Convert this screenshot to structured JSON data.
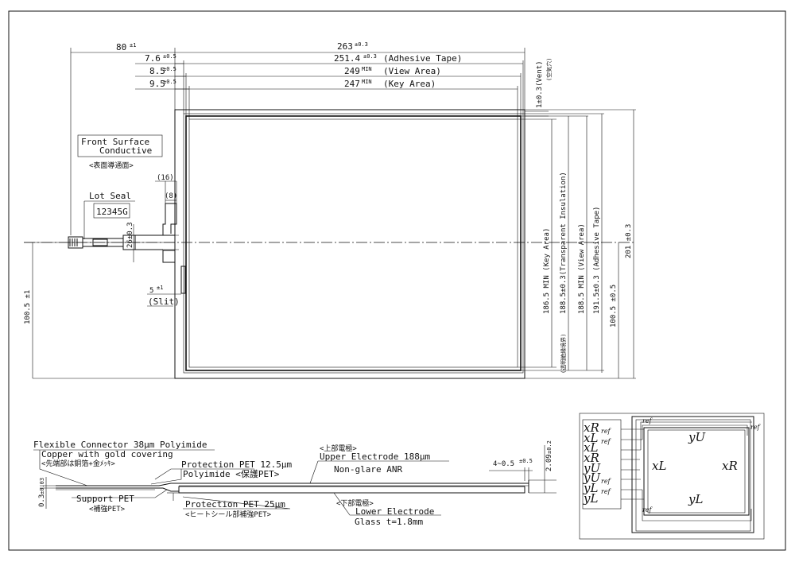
{
  "dims": {
    "total_width": "263",
    "total_width_tol": "±0.3",
    "tail_length": "80",
    "tail_tol": "±1",
    "adhesive_offset": "7.6",
    "adhesive_offset_tol": "±0.5",
    "adhesive_width": "251.4",
    "adhesive_width_tol": "±0.3",
    "adhesive_label": "(Adhesive Tape)",
    "view_offset": "8.5",
    "view_offset_tol": "±0.5",
    "view_width": "249",
    "view_width_sup": "MIN",
    "view_label": "(View Area)",
    "key_offset": "9.5",
    "key_offset_tol": "±0.5",
    "key_width": "247",
    "key_width_sup": "MIN",
    "key_label": "(Key Area)",
    "vent": "1±0.3(Vent)",
    "vent_jp": "(空気穴)",
    "key_height": "186.5 MIN (Key Area)",
    "transparent_height": "188.5±0.3(Transparent Insulation)",
    "transparent_jp": "(透明絶縁境界)",
    "view_height": "188.5 MIN (View Area)",
    "adhesive_height": "191.5±0.3 (Adhesive Tape)",
    "total_height": "201 ±0.3",
    "right_half": "100.5 ±0.5",
    "left_half": "100.5 ±1",
    "tail_width": "26±0.3",
    "dim16": "(16)",
    "dim8": "(8)",
    "slit_dim": "5",
    "slit_tol": "±1",
    "slit_label": "(Slit)"
  },
  "labels": {
    "front_surface_1": "Front Surface",
    "front_surface_2": "Conductive",
    "front_surface_jp": "<表面導通面>",
    "lot_seal": "Lot Seal",
    "lot_number": "12345G"
  },
  "section": {
    "flex": "Flexible Connector 38μm Polyimide",
    "copper": "Copper with gold covering",
    "copper_jp": "<先端部は銅箔+金ﾒｯｷ>",
    "prot125": "Protection PET 12.5μm",
    "polyimide": "Polyimide <保護PET>",
    "upper_jp": "<上部電極>",
    "upper": "Upper Electrode 188μm",
    "nonglare": "Non-glare ANR",
    "gap": "4~0.5",
    "gap_tol": "±0.5",
    "thick_total": "2.09",
    "thick_tol": "±0.2",
    "thick_left": "0.3",
    "thick_left_tol": "±0.03",
    "support": "Support PET",
    "support_jp": "<補強PET>",
    "prot25": "Protection PET 25μm",
    "prot25_jp": "<ヒートシール部補強PET>",
    "lower_jp": "<下部電極>",
    "lower": "Lower Electrode",
    "glass": "Glass  t=1.8mm"
  },
  "wiring": {
    "pins": [
      "xR",
      "xL",
      "xL",
      "xR",
      "yU",
      "yU",
      "yL",
      "yL"
    ],
    "pin_refs": [
      "ref",
      "ref",
      "",
      "",
      "",
      "ref",
      "ref",
      ""
    ],
    "inner_yU": "yU",
    "inner_yL": "yL",
    "inner_xL": "xL",
    "inner_xR": "xR",
    "ref": "ref"
  }
}
